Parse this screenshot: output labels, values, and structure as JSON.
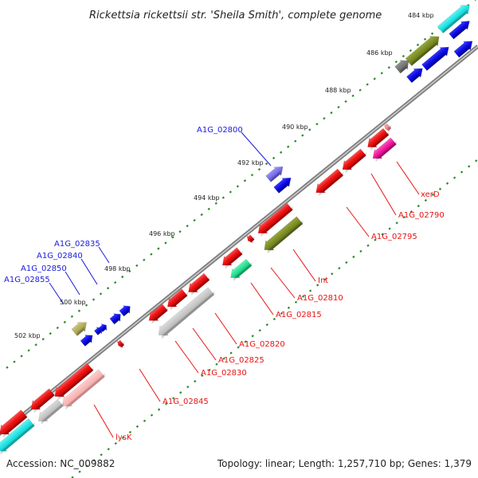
{
  "title": "Rickettsia rickettsii str. 'Sheila Smith', complete genome",
  "footer": {
    "accession": "Accession: NC_009882",
    "stats": "Topology: linear; Length: 1,257,710 bp; Genes: 1,379"
  },
  "colors": {
    "forward_label": "#1a1adb",
    "reverse_label": "#e81313",
    "backbone": "#8c8c8c",
    "ruler_tick": "#2a8a2a"
  },
  "ruler": {
    "kbp_labels": [
      "484 kbp",
      "486 kbp",
      "488 kbp",
      "490 kbp",
      "492 kbp",
      "494 kbp",
      "496 kbp",
      "498 kbp",
      "500 kbp",
      "502 kbp"
    ]
  },
  "forward_gene_labels": [
    "A1G_02800",
    "A1G_02835",
    "A1G_02840",
    "A1G_02850",
    "A1G_02855"
  ],
  "reverse_gene_labels": [
    "xerD",
    "A1G_02790",
    "A1G_02795",
    "Int",
    "A1G_02810",
    "A1G_02815",
    "A1G_02820",
    "A1G_02825",
    "A1G_02830",
    "A1G_02845",
    "lysK"
  ]
}
